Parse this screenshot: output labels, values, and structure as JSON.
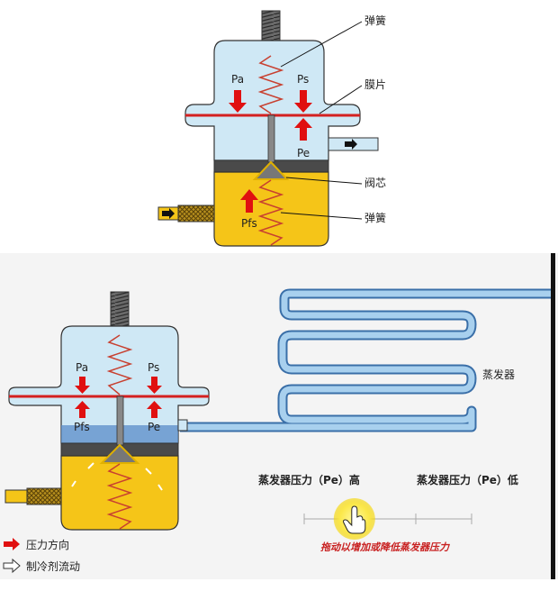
{
  "top_diagram": {
    "pressures": {
      "pa": "Pa",
      "ps": "Ps",
      "pe": "Pe",
      "pfs": "Pfs"
    },
    "callouts": {
      "spring_top": "弹簧",
      "diaphragm": "膜片",
      "valve_core": "阀芯",
      "spring_bottom": "弹簧"
    }
  },
  "bottom_diagram": {
    "pressures": {
      "pa": "Pa",
      "ps": "Ps",
      "pfs": "Pfs",
      "pe": "Pe"
    },
    "evaporator_label": "蒸发器",
    "slider": {
      "high_label": "蒸发器压力（Pe）高",
      "low_label": "蒸发器压力（Pe）低",
      "hint": "拖动以增加或降低蒸发器压力",
      "level": 0.3
    },
    "legend": {
      "pressure_direction": "压力方向",
      "refrigerant_flow": "制冷剂流动"
    }
  },
  "colors": {
    "upper_chamber": "#cfe8f5",
    "lower_chamber": "#f5c518",
    "diaphragm": "#d42020",
    "arrow": "#e01010",
    "spring": "#c84030",
    "pipe": "#8fc2e6",
    "knob": "#fff06a"
  }
}
